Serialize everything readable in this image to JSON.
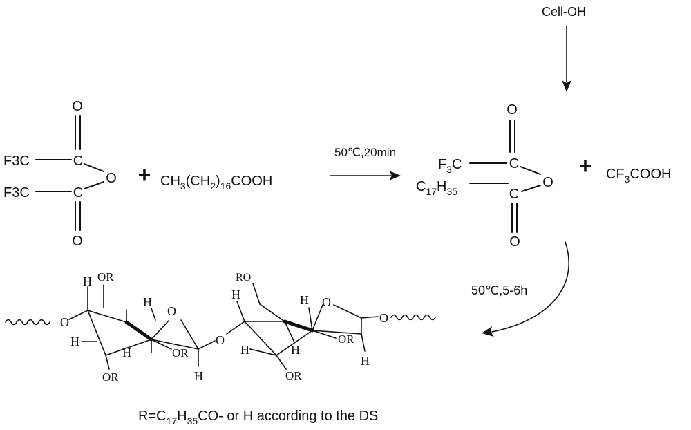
{
  "reactants": {
    "anhydride": {
      "carbonyl_o_top": "O",
      "cf3_top": "F3C",
      "carbon_top": "C",
      "bridge_o": "O",
      "cf3_bottom": "F3C",
      "carbon_bottom": "C",
      "carbonyl_o_bottom": "O"
    },
    "plus": "+",
    "stearic_acid": "CH3(CH2)16COOH"
  },
  "step1": {
    "condition": "50℃,20min"
  },
  "cellulose_reagent": "Cell-OH",
  "mixed_anhydride": {
    "carbonyl_o_top": "O",
    "cf3": "F3C",
    "carbon_top": "C",
    "bridge_o": "O",
    "alkyl": "C17H35",
    "carbon_bottom": "C",
    "carbonyl_o_bottom": "O"
  },
  "byproduct": {
    "plus": "+",
    "name": "CF3COOH"
  },
  "step2": {
    "condition": "50℃,5-6h"
  },
  "product": {
    "ring1": {
      "h_top": "H",
      "or_top": "OR",
      "h_ring": "H",
      "o_ring": "O",
      "o_link_left": "O",
      "h_left": "H",
      "h_lower": "H",
      "or_mid": "OR",
      "or_bottom": "OR",
      "h_anomeric": "H"
    },
    "glycosidic_o": "O",
    "ring2": {
      "ro_top": "RO",
      "h_top": "H",
      "h_ring": "H",
      "o_ring": "O",
      "h_left": "H",
      "h_lower": "H",
      "or_mid": "OR",
      "or_bottom": "OR",
      "h_anomeric": "H",
      "o_link_right": "O"
    }
  },
  "legend": "R=C17H35CO- or H according to the DS"
}
